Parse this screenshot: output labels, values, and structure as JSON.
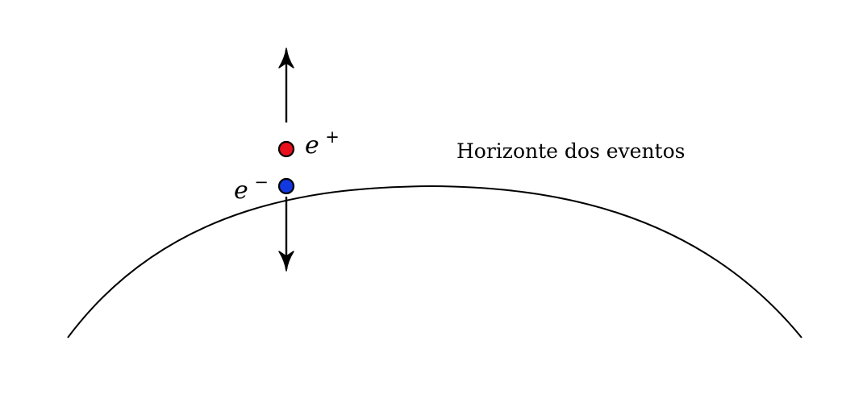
{
  "horizon": {
    "label": "Horizonte dos eventos"
  },
  "particles": {
    "positron": {
      "symbol": "e",
      "charge": "+",
      "color": "#e8101c"
    },
    "electron": {
      "symbol": "e",
      "charge": "−",
      "color": "#1238e0"
    }
  },
  "colors": {
    "stroke": "#000000",
    "background": "#ffffff"
  }
}
